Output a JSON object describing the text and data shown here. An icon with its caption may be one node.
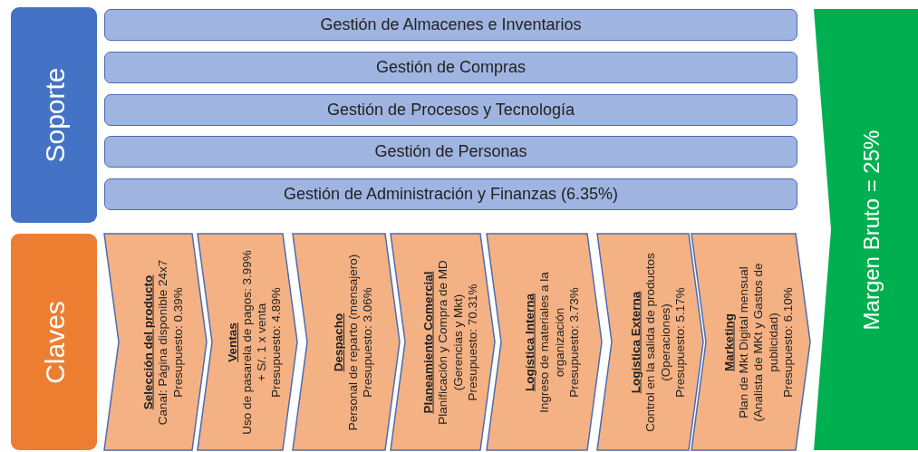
{
  "diagram": {
    "nodes": [
      {
        "text": [
          "Soporte"
        ]
      },
      {
        "text": [
          "Gestión de Almacenes e Inventarios"
        ]
      },
      {
        "text": [
          "Gestión de Compras"
        ]
      },
      {
        "text": [
          "Gestión de Procesos y Tecnología"
        ]
      },
      {
        "text": [
          "Gestión de Personas"
        ]
      },
      {
        "text": [
          "Gestión de Administración y Finanzas (6.35%)"
        ]
      },
      {
        "text": [
          "Margen Bruto = 25%"
        ]
      },
      {
        "text": [
          "Claves"
        ]
      },
      {
        "text": [
          "Selección del producto",
          "Canal: Página disponible 24x7",
          "Presupuesto: 0.39%"
        ]
      },
      {
        "text": [
          "Ventas",
          "Uso de pasarela de pagos: 3.99% + S/. 1 x venta",
          "Presupuesto: 4.89%"
        ]
      },
      {
        "text": [
          "Despacho",
          "Personal de reparto (mensajero)",
          "Presupuesto: 3.06%"
        ]
      },
      {
        "text": [
          "Planeamiento Comercial",
          "Planificación y Compra de MD (Gerencias y Mkt)",
          "Presupuesto: 70.31%"
        ]
      },
      {
        "text": [
          "Logística Interna",
          "Ingreso de materiales a la organización",
          "Presupuesto: 3.73%"
        ]
      },
      {
        "text": [
          "Logística Externa",
          "Control en la salida de productos (Operaciones)",
          "Presupuesto: 5.17%"
        ]
      },
      {
        "text": [
          "Marketing",
          "Plan de Mkt Digital mensual (Analista de MKt y Gastos de publicidad)",
          "Presupuesto: 6.10%"
        ]
      }
    ]
  }
}
